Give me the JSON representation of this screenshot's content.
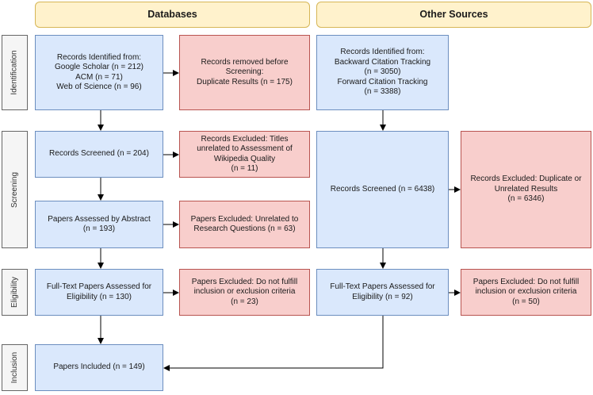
{
  "headers": {
    "databases": "Databases",
    "other_sources": "Other Sources"
  },
  "phases": {
    "identification": "Identification",
    "screening": "Screening",
    "eligibility": "Eligibility",
    "inclusion": "Inclusion"
  },
  "databases": {
    "identified": "Records Identified from:\nGoogle Scholar (n = 212)\nACM (n = 71)\nWeb of Science (n = 96)",
    "removed": "Records removed before\nScreening:\nDuplicate Results (n = 175)",
    "screened": "Records Screened (n = 204)",
    "excluded_titles": "Records Excluded: Titles\nunrelated to Assessment of\nWikipedia Quality\n(n = 11)",
    "abstract": "Papers Assessed by Abstract\n(n = 193)",
    "excluded_abstract": "Papers Excluded: Unrelated to\nResearch Questions (n = 63)",
    "fulltext": "Full-Text Papers Assessed for\nEligibility (n = 130)",
    "excluded_fulltext": "Papers Excluded: Do not fulfill\ninclusion or exclusion criteria\n(n = 23)",
    "included": "Papers Included (n = 149)"
  },
  "other": {
    "identified": "Records Identified from:\nBackward Citation Tracking\n(n = 3050)\nForward Citation Tracking\n(n = 3388)",
    "screened": "Records Screened (n = 6438)",
    "excluded_screen": "Records Excluded: Duplicate or\nUnrelated Results\n(n = 6346)",
    "fulltext": "Full-Text Papers Assessed for\nEligibility (n = 92)",
    "excluded_fulltext": "Papers Excluded: Do not fulfill\ninclusion or exclusion criteria\n(n = 50)"
  },
  "colors": {
    "header_fill": "#fff2cc",
    "blue_fill": "#dae8fc",
    "red_fill": "#f8cecc",
    "phase_fill": "#f5f5f5"
  }
}
